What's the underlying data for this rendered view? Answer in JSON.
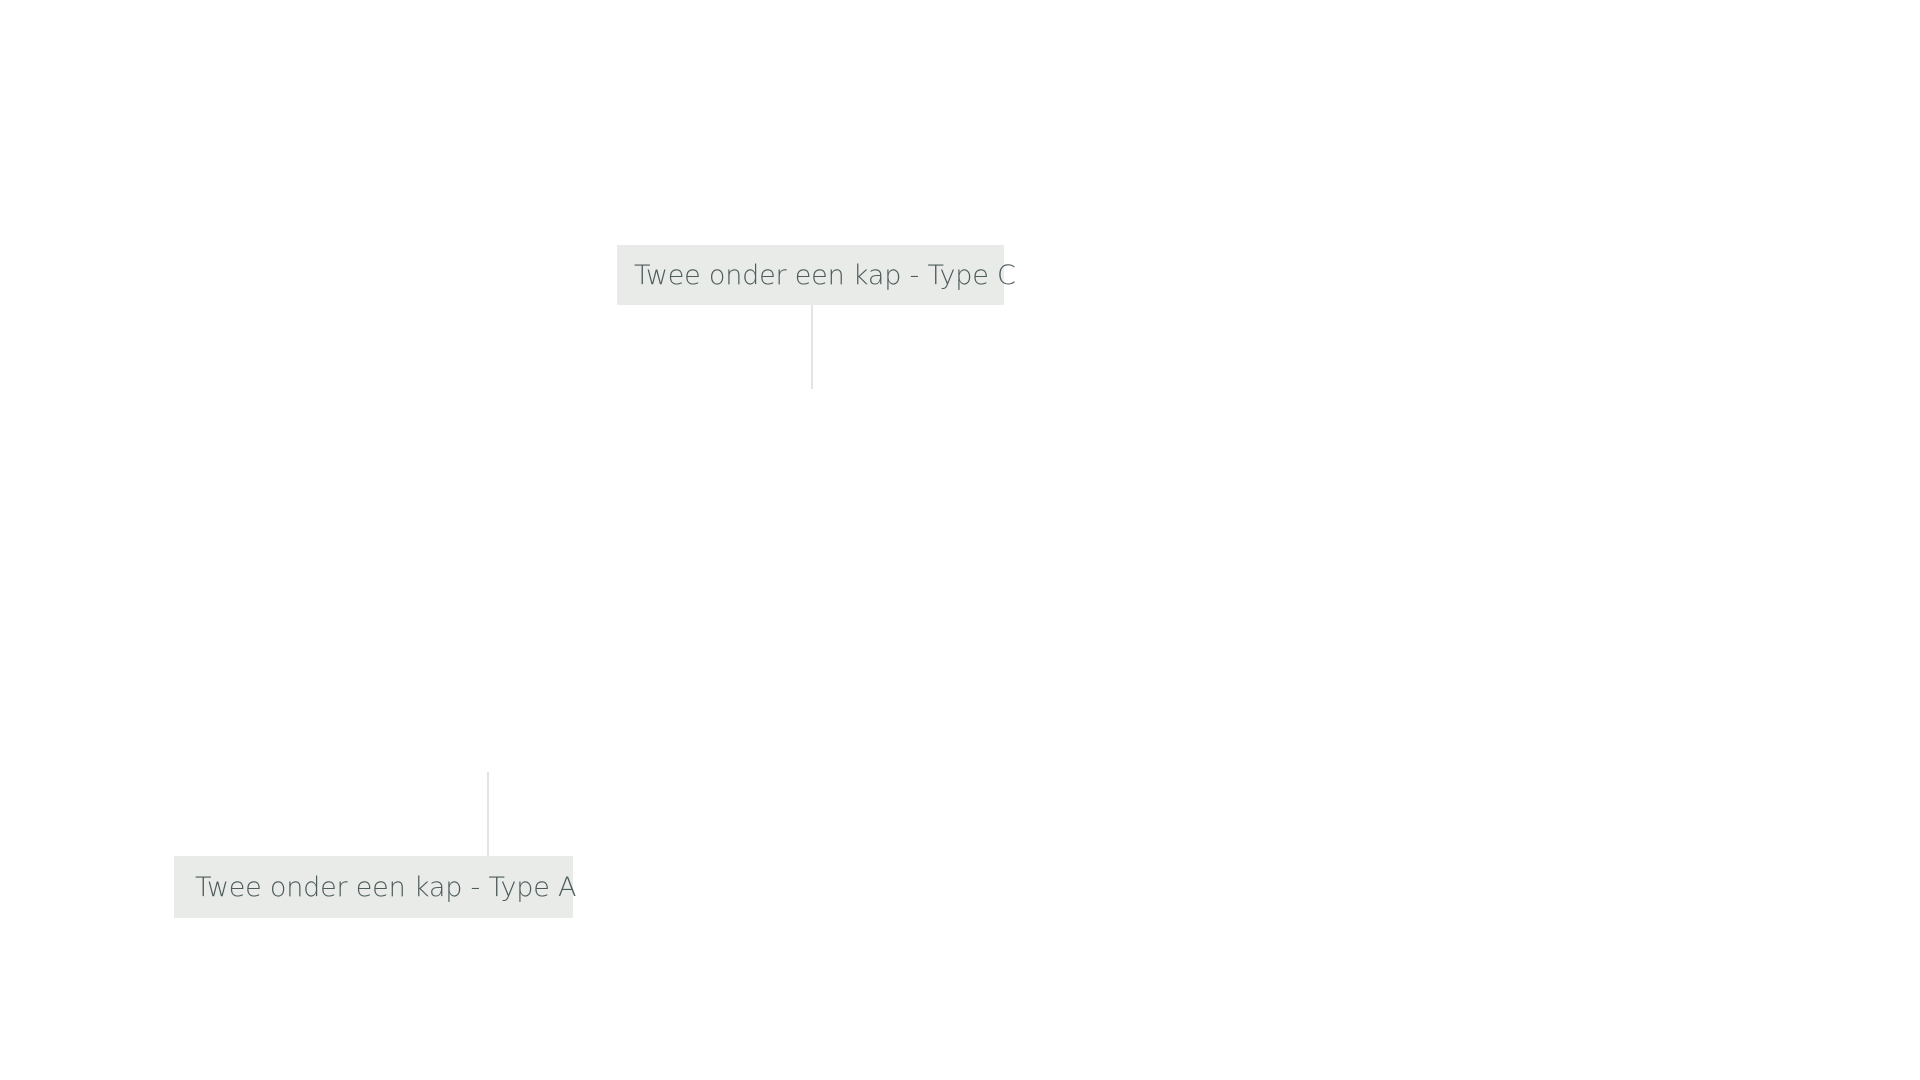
{
  "labels": [
    {
      "id": "type-c",
      "text": "Twee onder een kap - Type C"
    },
    {
      "id": "type-a",
      "text": "Twee onder een kap - Type A"
    }
  ],
  "colors": {
    "background": "#ffffff",
    "label_background": "#e8ebe8",
    "label_text": "#4d5b5b",
    "connector": "#e2e5e2"
  }
}
